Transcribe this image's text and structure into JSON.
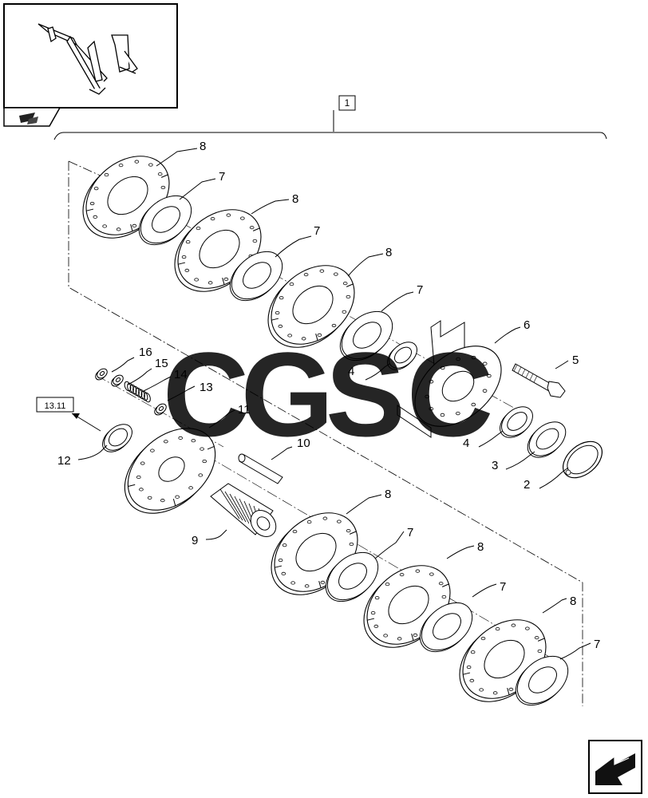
{
  "thumbnail": {
    "icon": "machine-thumbnail-icon",
    "nav_icon": "book-arrow-icon"
  },
  "assembly_ref": "1",
  "cross_ref": "13.11",
  "watermark": {
    "letters": [
      "C",
      "G",
      "S",
      "C"
    ],
    "colors": [
      "#4f8ff7",
      "#f4837d",
      "#fcd75a",
      "#3daa6c"
    ]
  },
  "parts": [
    {
      "id": "c8a",
      "num": "8"
    },
    {
      "id": "c7a",
      "num": "7"
    },
    {
      "id": "c8b",
      "num": "8"
    },
    {
      "id": "c7b",
      "num": "7"
    },
    {
      "id": "c8c",
      "num": "8"
    },
    {
      "id": "c7c",
      "num": "7"
    },
    {
      "id": "c6",
      "num": "6"
    },
    {
      "id": "c5",
      "num": "5"
    },
    {
      "id": "c4a",
      "num": "4"
    },
    {
      "id": "c4b",
      "num": "4"
    },
    {
      "id": "c3",
      "num": "3"
    },
    {
      "id": "c2",
      "num": "2"
    },
    {
      "id": "c16",
      "num": "16"
    },
    {
      "id": "c15",
      "num": "15"
    },
    {
      "id": "c14",
      "num": "14"
    },
    {
      "id": "c13",
      "num": "13"
    },
    {
      "id": "c11",
      "num": "11"
    },
    {
      "id": "c10",
      "num": "10"
    },
    {
      "id": "c12",
      "num": "12"
    },
    {
      "id": "c9",
      "num": "9"
    },
    {
      "id": "c8d",
      "num": "8"
    },
    {
      "id": "c7d",
      "num": "7"
    },
    {
      "id": "c8e",
      "num": "8"
    },
    {
      "id": "c7e",
      "num": "7"
    },
    {
      "id": "c8f",
      "num": "8"
    },
    {
      "id": "c7f",
      "num": "7"
    }
  ],
  "next_page_icon": "next-page-arrow-icon"
}
